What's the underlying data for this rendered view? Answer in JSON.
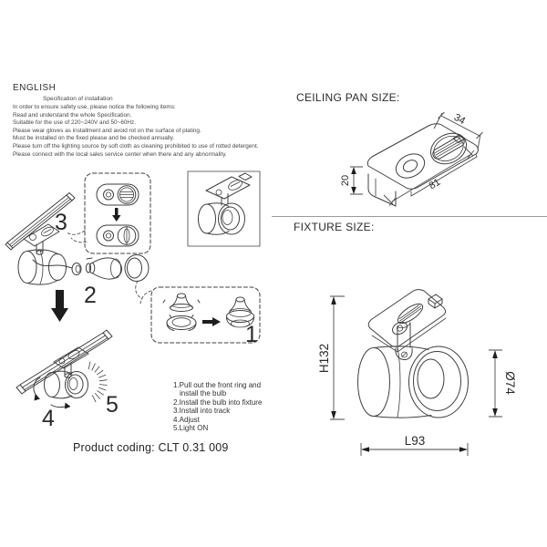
{
  "colors": {
    "ink": "#3f3f3f",
    "text": "#333333",
    "divider": "#9a9a9a"
  },
  "english_section": {
    "heading": "ENGLISH",
    "subheading": "Specification of installation",
    "lines": [
      "In order to ensure safety use, please notice the following items:",
      "Read and understand the whole Specification.",
      "Suitable for the use of 220~240V and 50~60Hz.",
      "Please wear gloves as installment and avoid rot on the surface of plating.",
      "Must be installed on the fixed please and be checked annually.",
      "Please turn off the lighting source by soft cloth as cleaning prohibited to use of rotted detergent.",
      "Please connect with the local sales service center when there and any abnormality."
    ]
  },
  "assembly": {
    "steps": {
      "s1": "1",
      "s2": "2",
      "s3": "3",
      "s4": "4",
      "s5": "5"
    }
  },
  "instructions": {
    "lines": [
      "1.Pull out the front ring and",
      "install the bulb",
      "2.Install the bulb into fixture",
      "3.Install into track",
      "4.Adjust",
      "5.Light ON"
    ]
  },
  "product": {
    "coding": "Product coding: CLT 0.31 009"
  },
  "ceiling_pan": {
    "title": "CEILING PAN SIZE:",
    "dim_width": "34",
    "dim_depth": "20",
    "dim_length": "81"
  },
  "fixture": {
    "title": "FIXTURE SIZE:",
    "dim_height": "H132",
    "dim_diameter": "Ø74",
    "dim_length": "L93"
  }
}
